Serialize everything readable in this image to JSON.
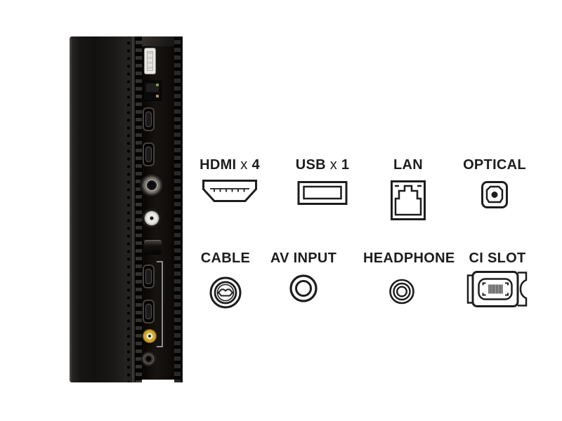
{
  "page": {
    "background": "#ffffff"
  },
  "tv_panel": {
    "description": "side view of TV connection panel",
    "ports": [
      "usb-port",
      "lan-port",
      "hdmi-port",
      "hdmi-port",
      "antenna-port",
      "satellite-port",
      "optical-port",
      "hdmi-port",
      "hdmi-port",
      "av-input-jack",
      "headphone-jack"
    ],
    "colors": {
      "body": "#171615",
      "recess": "#0b0908",
      "av_jack_yellow": "#d2a72c",
      "usb_white": "#e8e7e4"
    }
  },
  "legend": {
    "text_color": "#1d1d1d",
    "icon_stroke": "#1d1d1d",
    "rows": [
      {
        "items": [
          {
            "label": "HDMI x 4",
            "icon": "hdmi-icon"
          },
          {
            "label": "USB x 1",
            "icon": "usb-icon"
          },
          {
            "label": "LAN",
            "icon": "lan-icon"
          },
          {
            "label": "OPTICAL",
            "icon": "optical-icon"
          }
        ]
      },
      {
        "items": [
          {
            "label": "CABLE",
            "icon": "cable-icon"
          },
          {
            "label": "AV INPUT",
            "icon": "av-input-icon"
          },
          {
            "label": "HEADPHONE",
            "icon": "headphone-icon"
          },
          {
            "label": "CI SLOT",
            "icon": "ci-slot-icon"
          }
        ]
      }
    ]
  }
}
